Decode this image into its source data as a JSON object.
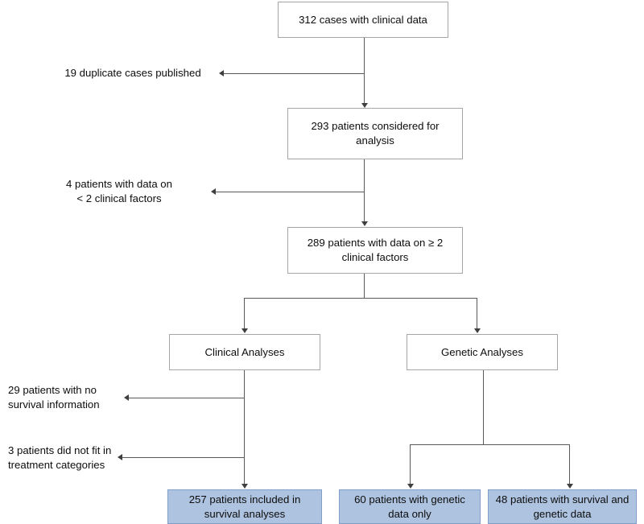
{
  "diagram": {
    "type": "flowchart",
    "title": "Patient cohort selection flow diagram",
    "colors": {
      "box_fill_plain": "#ffffff",
      "box_border_plain": "#a6a6a6",
      "box_fill_highlight": "#aec3e0",
      "box_border_highlight": "#7f9fc9",
      "connector": "#58595b",
      "text": "#0d0d0d"
    },
    "nodes": {
      "start": "312 cases with clinical data",
      "considered": "293 patients considered for analysis",
      "with_data": "289 patients with data on ≥ 2 clinical factors",
      "clinical_analyses": "Clinical Analyses",
      "genetic_analyses": "Genetic Analyses",
      "survival_included": "257 patients included in survival analyses",
      "genetic_only": "60 patients with genetic data only",
      "survival_and_genetic": "48 patients with survival and genetic data"
    },
    "exclusions": {
      "duplicates": "19 duplicate cases published",
      "insufficient_factors": "4 patients with data on\n< 2 clinical factors",
      "no_survival_info": "29 patients with no\nsurvival information",
      "no_treatment_category": "3 patients did not fit in\ntreatment categories"
    }
  }
}
